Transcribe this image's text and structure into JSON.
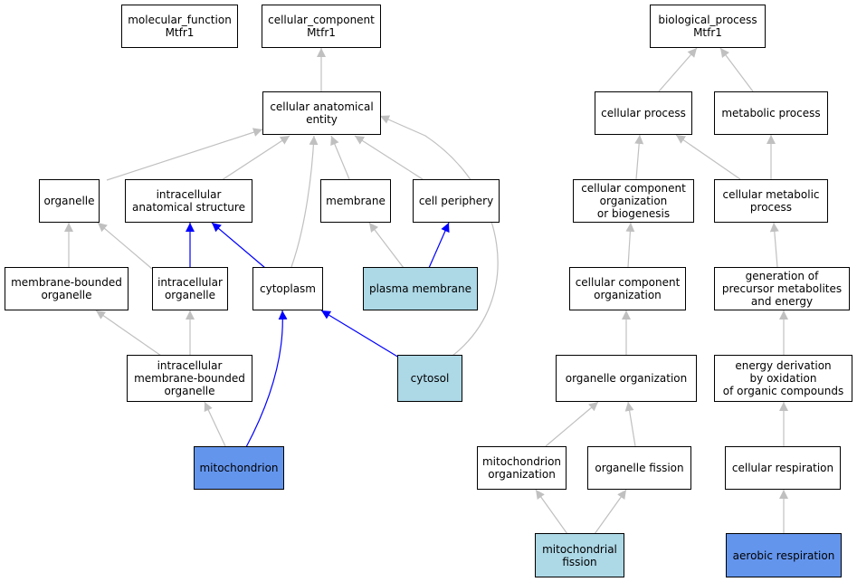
{
  "colors": {
    "plain": "#ffffff",
    "light": "#add8e6",
    "strong": "#6495ed",
    "edge_gray": "#c0c0c0",
    "edge_blue": "#0000ff"
  },
  "nodes": [
    {
      "id": "mf",
      "label": "molecular_function\nMtfr1",
      "style": "plain"
    },
    {
      "id": "cc",
      "label": "cellular_component\nMtfr1",
      "style": "plain"
    },
    {
      "id": "bp",
      "label": "biological_process\nMtfr1",
      "style": "plain"
    },
    {
      "id": "cae",
      "label": "cellular anatomical\nentity",
      "style": "plain"
    },
    {
      "id": "cp",
      "label": "cellular process",
      "style": "plain"
    },
    {
      "id": "metp",
      "label": "metabolic process",
      "style": "plain"
    },
    {
      "id": "org",
      "label": "organelle",
      "style": "plain"
    },
    {
      "id": "ias",
      "label": "intracellular\nanatomical structure",
      "style": "plain"
    },
    {
      "id": "mem",
      "label": "membrane",
      "style": "plain"
    },
    {
      "id": "cper",
      "label": "cell periphery",
      "style": "plain"
    },
    {
      "id": "ccob",
      "label": "cellular component\norganization\nor biogenesis",
      "style": "plain"
    },
    {
      "id": "cmp",
      "label": "cellular metabolic\nprocess",
      "style": "plain"
    },
    {
      "id": "mbo",
      "label": "membrane-bounded\norganelle",
      "style": "plain"
    },
    {
      "id": "io",
      "label": "intracellular\norganelle",
      "style": "plain"
    },
    {
      "id": "cyto",
      "label": "cytoplasm",
      "style": "plain"
    },
    {
      "id": "pm",
      "label": "plasma membrane",
      "style": "light"
    },
    {
      "id": "cco",
      "label": "cellular component\norganization",
      "style": "plain"
    },
    {
      "id": "gpme",
      "label": "generation of\nprecursor metabolites\nand energy",
      "style": "plain"
    },
    {
      "id": "imbo",
      "label": "intracellular\nmembrane-bounded\norganelle",
      "style": "plain"
    },
    {
      "id": "cytosol",
      "label": "cytosol",
      "style": "light"
    },
    {
      "id": "oo",
      "label": "organelle organization",
      "style": "plain"
    },
    {
      "id": "edoc",
      "label": "energy derivation\nby oxidation\nof organic compounds",
      "style": "plain"
    },
    {
      "id": "mito",
      "label": "mitochondrion",
      "style": "strong"
    },
    {
      "id": "mo",
      "label": "mitochondrion\norganization",
      "style": "plain"
    },
    {
      "id": "of",
      "label": "organelle fission",
      "style": "plain"
    },
    {
      "id": "cr",
      "label": "cellular respiration",
      "style": "plain"
    },
    {
      "id": "mf2",
      "label": "mitochondrial\nfission",
      "style": "light"
    },
    {
      "id": "ar",
      "label": "aerobic respiration",
      "style": "strong"
    }
  ],
  "edges": [
    {
      "from": "cae",
      "to": "cc",
      "color": "gray"
    },
    {
      "from": "org",
      "to": "cae",
      "color": "gray"
    },
    {
      "from": "ias",
      "to": "cae",
      "color": "gray"
    },
    {
      "from": "mem",
      "to": "cae",
      "color": "gray"
    },
    {
      "from": "cper",
      "to": "cae",
      "color": "gray"
    },
    {
      "from": "cyto",
      "to": "cae",
      "color": "gray"
    },
    {
      "from": "cytosol",
      "to": "cae",
      "color": "gray"
    },
    {
      "from": "mbo",
      "to": "org",
      "color": "gray"
    },
    {
      "from": "io",
      "to": "org",
      "color": "gray"
    },
    {
      "from": "io",
      "to": "ias",
      "color": "blue"
    },
    {
      "from": "cyto",
      "to": "ias",
      "color": "blue"
    },
    {
      "from": "pm",
      "to": "mem",
      "color": "gray"
    },
    {
      "from": "pm",
      "to": "cper",
      "color": "blue"
    },
    {
      "from": "imbo",
      "to": "mbo",
      "color": "gray"
    },
    {
      "from": "imbo",
      "to": "io",
      "color": "gray"
    },
    {
      "from": "mito",
      "to": "imbo",
      "color": "gray"
    },
    {
      "from": "mito",
      "to": "cyto",
      "color": "blue"
    },
    {
      "from": "cytosol",
      "to": "cyto",
      "color": "blue"
    },
    {
      "from": "cp",
      "to": "bp",
      "color": "gray"
    },
    {
      "from": "metp",
      "to": "bp",
      "color": "gray"
    },
    {
      "from": "ccob",
      "to": "cp",
      "color": "gray"
    },
    {
      "from": "cmp",
      "to": "cp",
      "color": "gray"
    },
    {
      "from": "cmp",
      "to": "metp",
      "color": "gray"
    },
    {
      "from": "cco",
      "to": "ccob",
      "color": "gray"
    },
    {
      "from": "gpme",
      "to": "cmp",
      "color": "gray"
    },
    {
      "from": "oo",
      "to": "cco",
      "color": "gray"
    },
    {
      "from": "edoc",
      "to": "gpme",
      "color": "gray"
    },
    {
      "from": "mo",
      "to": "oo",
      "color": "gray"
    },
    {
      "from": "of",
      "to": "oo",
      "color": "gray"
    },
    {
      "from": "cr",
      "to": "edoc",
      "color": "gray"
    },
    {
      "from": "mf2",
      "to": "mo",
      "color": "gray"
    },
    {
      "from": "mf2",
      "to": "of",
      "color": "gray"
    },
    {
      "from": "ar",
      "to": "cr",
      "color": "gray"
    }
  ]
}
